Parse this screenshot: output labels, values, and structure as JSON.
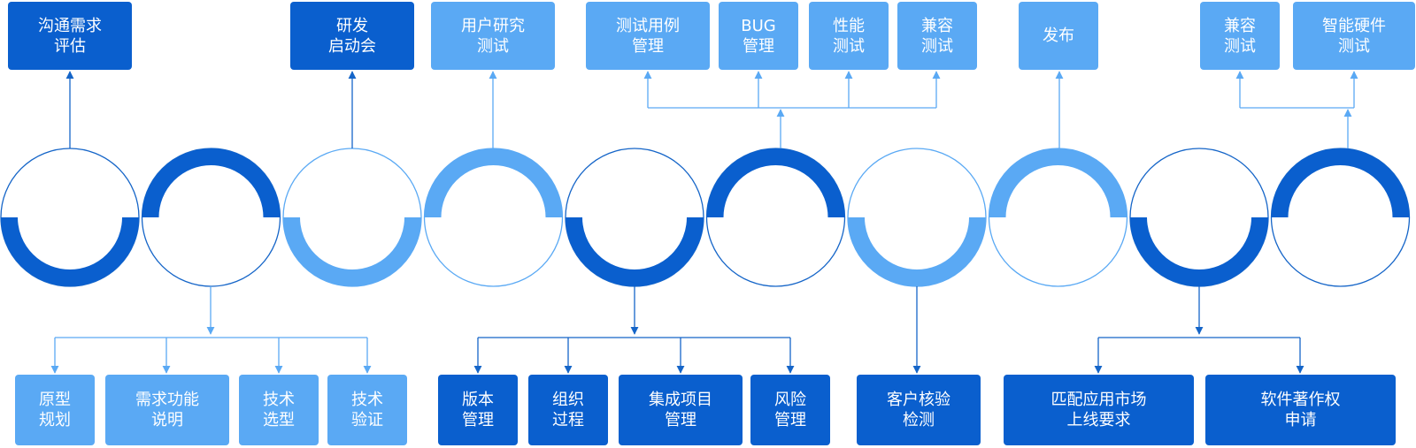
{
  "colors": {
    "dark": "#0a5fce",
    "light": "#5aa9f4",
    "connector_dark": "#1565c8",
    "connector_light": "#5aa9f4"
  },
  "top_boxes": [
    {
      "text": "沟通需求\n评估"
    },
    {
      "text": "研发\n启动会"
    },
    {
      "text": "用户研究\n测试"
    },
    {
      "text": "测试用例\n管理"
    },
    {
      "text": "BUG\n管理"
    },
    {
      "text": "性能\n测试"
    },
    {
      "text": "兼容\n测试"
    },
    {
      "text": "发布"
    },
    {
      "text": "兼容\n测试"
    },
    {
      "text": "智能硬件\n测试"
    }
  ],
  "bottom_boxes": [
    {
      "text": "原型\n规划"
    },
    {
      "text": "需求功能\n说明"
    },
    {
      "text": "技术\n选型"
    },
    {
      "text": "技术\n验证"
    },
    {
      "text": "版本\n管理"
    },
    {
      "text": "组织\n过程"
    },
    {
      "text": "集成项目\n管理"
    },
    {
      "text": "风险\n管理"
    },
    {
      "text": "客户核验\n检测"
    },
    {
      "text": "匹配应用市场\n上线要求"
    },
    {
      "text": "软件著作权\n申请"
    }
  ]
}
